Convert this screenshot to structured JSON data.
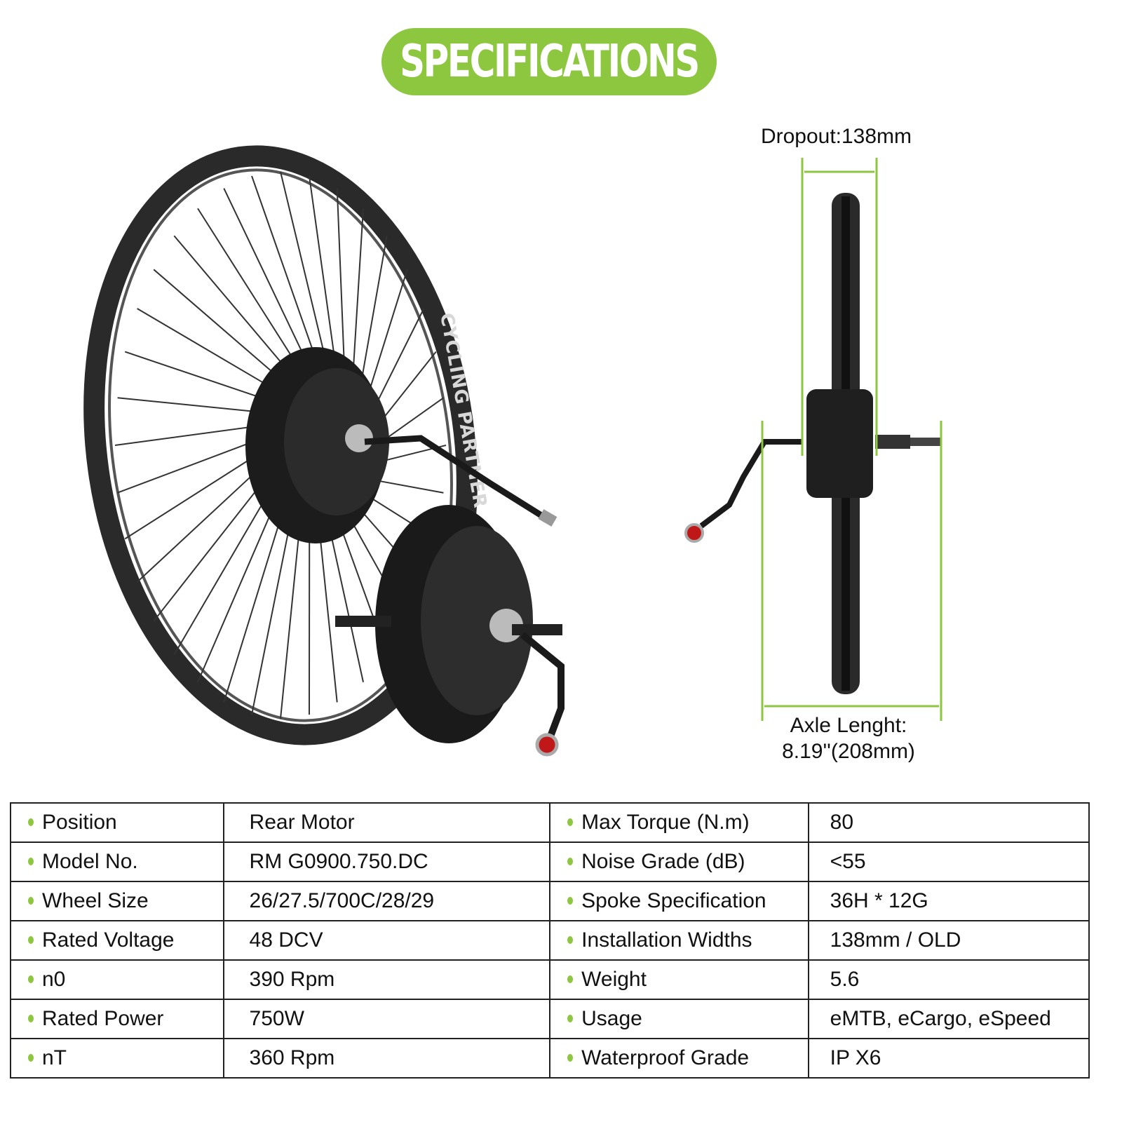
{
  "header": {
    "title": "SPECIFICATIONS",
    "accent_color": "#8dc63f"
  },
  "product_image": {
    "rim_brand": "CYCLING PARTNER"
  },
  "dimensions": {
    "dropout": "Dropout:138mm",
    "axle_line1": "Axle Lenght:",
    "axle_line2": "8.19''(208mm)"
  },
  "specs": [
    {
      "k1": "Position",
      "v1": "Rear Motor",
      "k2": "Max Torque (N.m)",
      "v2": "80"
    },
    {
      "k1": "Model No.",
      "v1": "RM G0900.750.DC",
      "k2": "Noise Grade (dB)",
      "v2": "<55"
    },
    {
      "k1": "Wheel Size",
      "v1": "26/27.5/700C/28/29",
      "k2": "Spoke Specification",
      "v2": "36H * 12G"
    },
    {
      "k1": "Rated Voltage",
      "v1": "48 DCV",
      "k2": "Installation Widths",
      "v2": "138mm / OLD"
    },
    {
      "k1": "n0",
      "v1": "390 Rpm",
      "k2": "Weight",
      "v2": "5.6"
    },
    {
      "k1": "Rated Power",
      "v1": "750W",
      "k2": "Usage",
      "v2": "eMTB, eCargo, eSpeed"
    },
    {
      "k1": "nT",
      "v1": "360 Rpm",
      "k2": "Waterproof Grade",
      "v2": "IP X6"
    }
  ]
}
